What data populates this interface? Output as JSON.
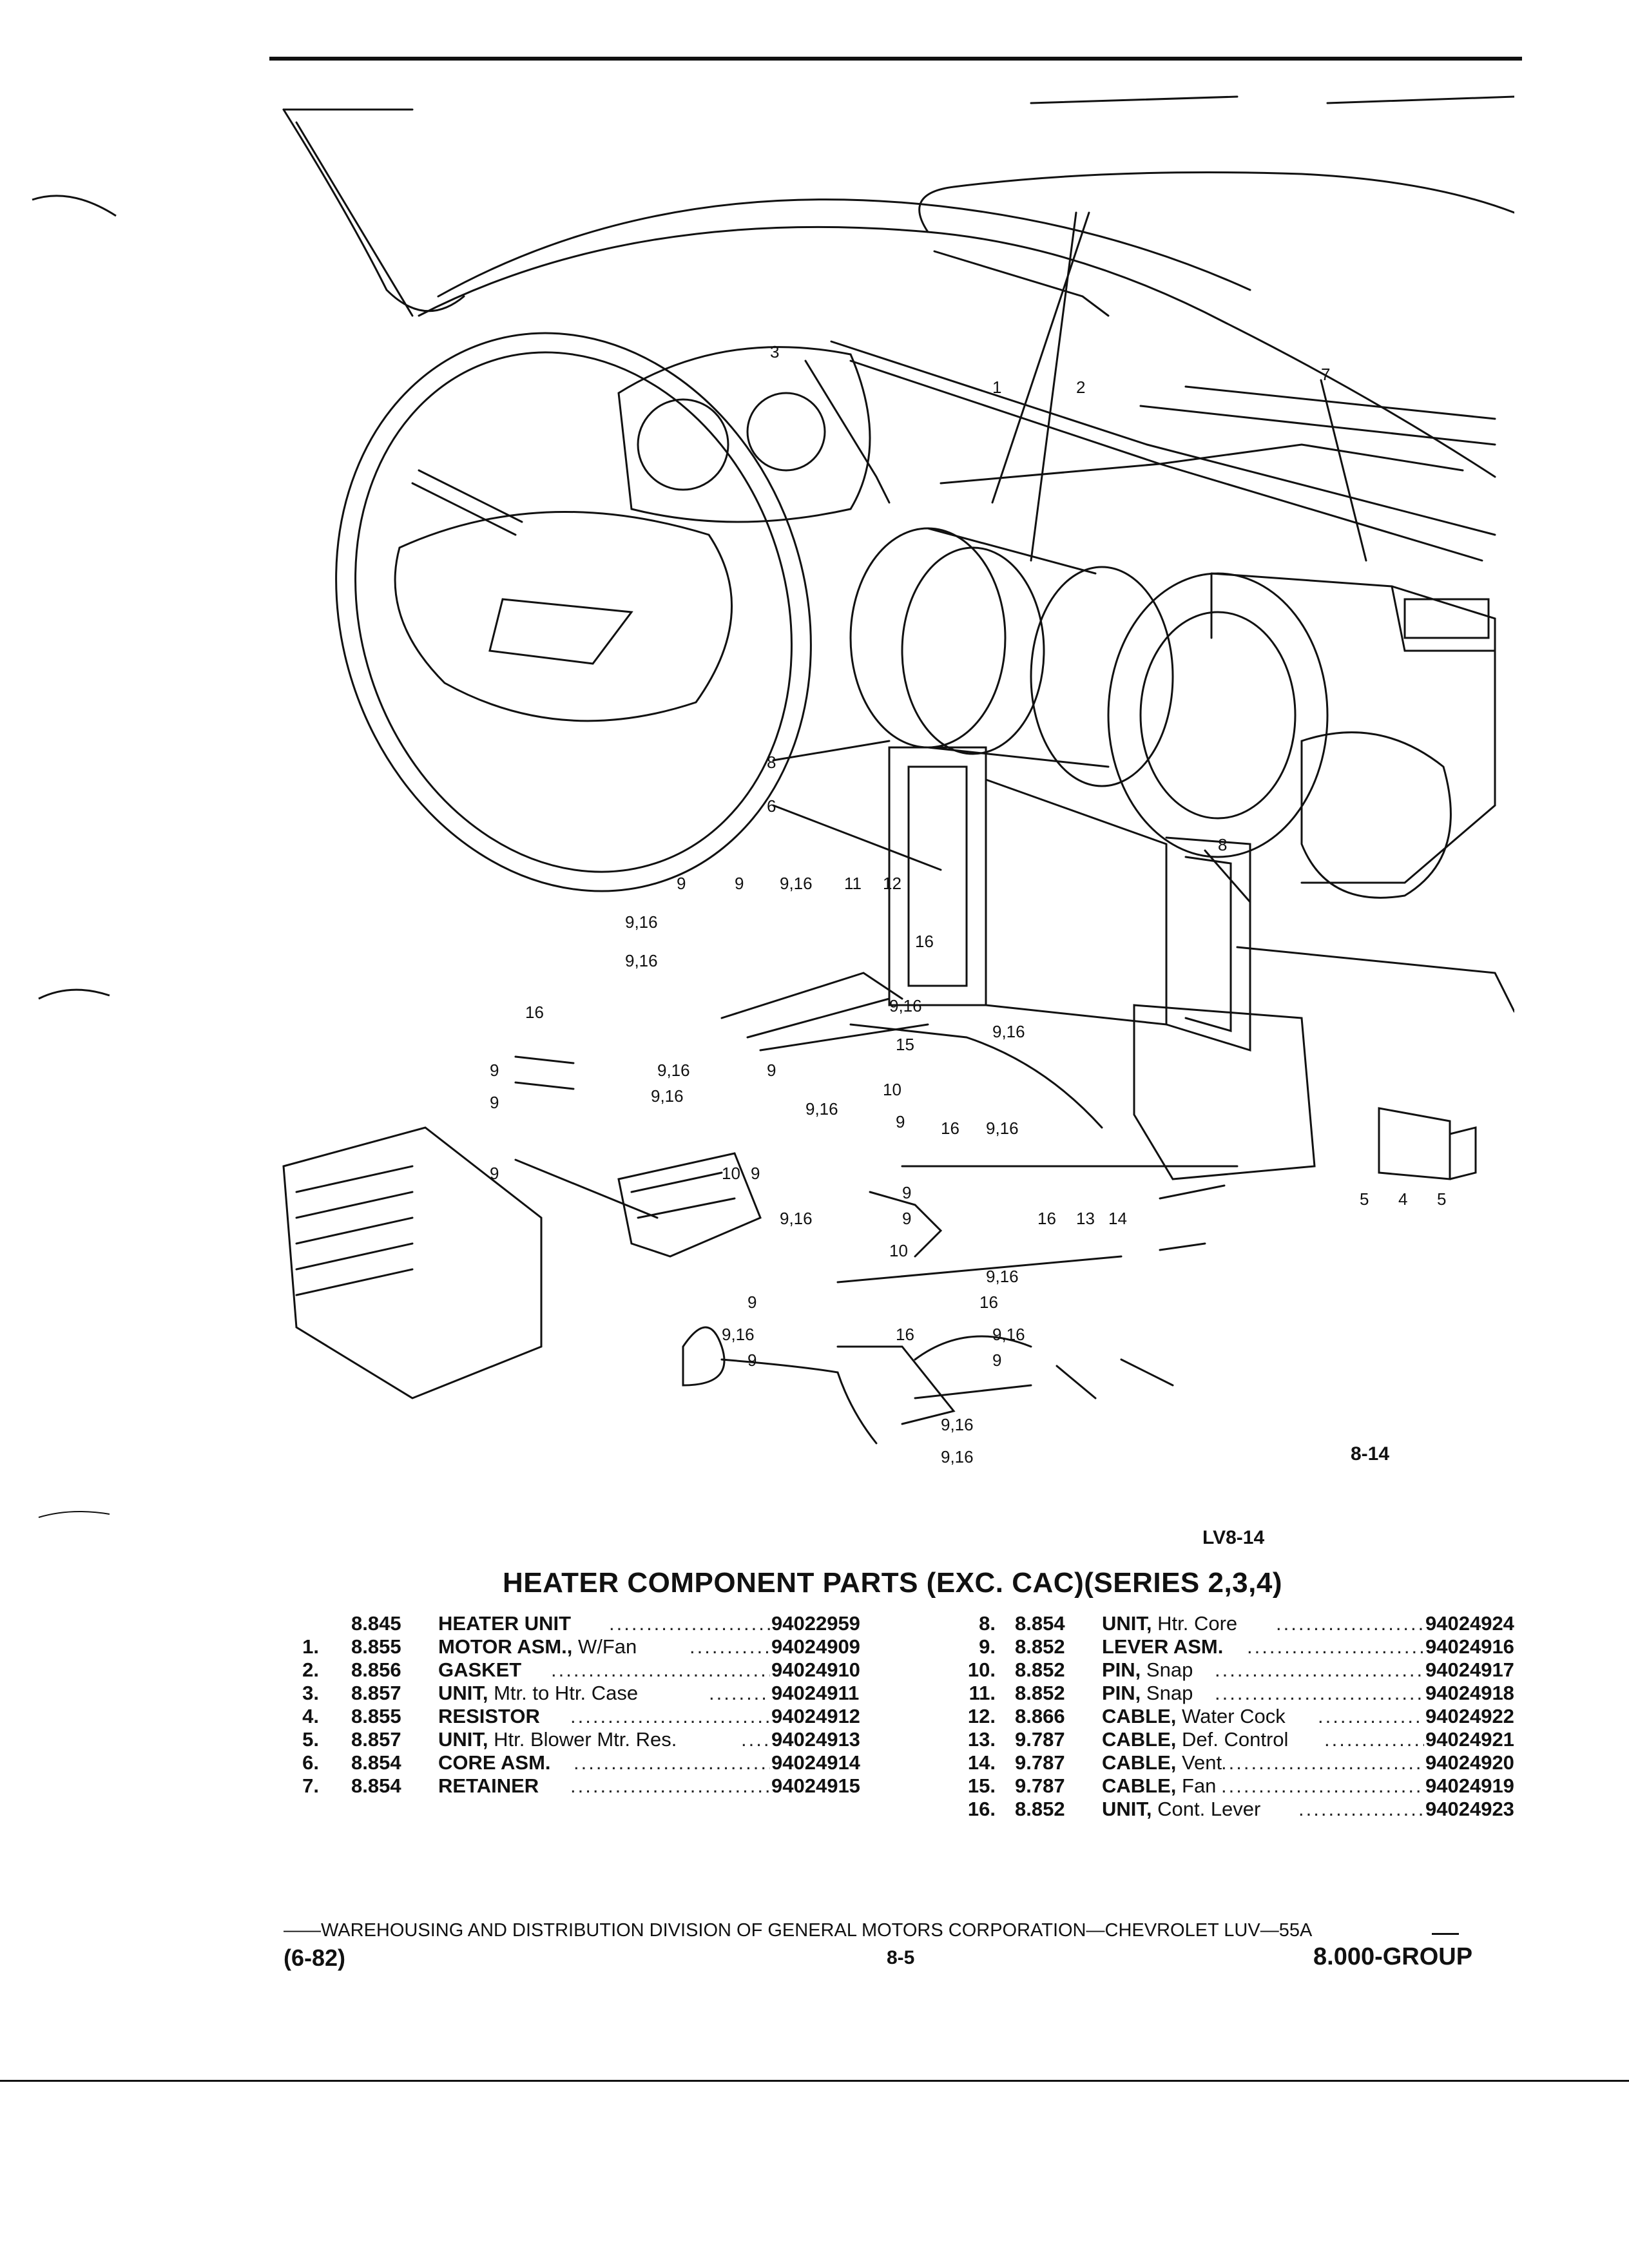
{
  "figure": {
    "code": "8-14",
    "label": "LV8-14",
    "callouts": [
      {
        "t": "3"
      },
      {
        "t": "1"
      },
      {
        "t": "2"
      },
      {
        "t": "7"
      },
      {
        "t": "8"
      },
      {
        "t": "6"
      },
      {
        "t": "8"
      },
      {
        "t": "9"
      },
      {
        "t": "9"
      },
      {
        "t": "9,16"
      },
      {
        "t": "11"
      },
      {
        "t": "12"
      },
      {
        "t": "16"
      },
      {
        "t": "9,16"
      },
      {
        "t": "9,16"
      },
      {
        "t": "9,16"
      },
      {
        "t": "16"
      },
      {
        "t": "15"
      },
      {
        "t": "9,16"
      },
      {
        "t": "9"
      },
      {
        "t": "9,16"
      },
      {
        "t": "9"
      },
      {
        "t": "9,16"
      },
      {
        "t": "9"
      },
      {
        "t": "9,16"
      },
      {
        "t": "10"
      },
      {
        "t": "9"
      },
      {
        "t": "16"
      },
      {
        "t": "9,16"
      },
      {
        "t": "9"
      },
      {
        "t": "10"
      },
      {
        "t": "9"
      },
      {
        "t": "9"
      },
      {
        "t": "9,16"
      },
      {
        "t": "9"
      },
      {
        "t": "16"
      },
      {
        "t": "13"
      },
      {
        "t": "14"
      },
      {
        "t": "10"
      },
      {
        "t": "9,16"
      },
      {
        "t": "16"
      },
      {
        "t": "9"
      },
      {
        "t": "9,16"
      },
      {
        "t": "16"
      },
      {
        "t": "9"
      },
      {
        "t": "9,16"
      },
      {
        "t": "9"
      },
      {
        "t": "9,16"
      },
      {
        "t": "9,16"
      },
      {
        "t": "5"
      },
      {
        "t": "4"
      },
      {
        "t": "5"
      }
    ]
  },
  "parts_table": {
    "title": "HEATER COMPONENT PARTS (EXC. CAC)(SERIES 2,3,4)",
    "left": [
      {
        "num": "",
        "section": "8.845",
        "name": "HEATER UNIT",
        "desc": "",
        "part": "94022959"
      },
      {
        "num": "1.",
        "section": "8.855",
        "name": "MOTOR ASM.,",
        "desc": " W/Fan",
        "part": "94024909"
      },
      {
        "num": "2.",
        "section": "8.856",
        "name": "GASKET",
        "desc": "",
        "part": "94024910"
      },
      {
        "num": "3.",
        "section": "8.857",
        "name": "UNIT,",
        "desc": " Mtr. to Htr. Case",
        "part": "94024911"
      },
      {
        "num": "4.",
        "section": "8.855",
        "name": "RESISTOR",
        "desc": "",
        "part": "94024912"
      },
      {
        "num": "5.",
        "section": "8.857",
        "name": "UNIT,",
        "desc": " Htr. Blower Mtr. Res.",
        "part": "94024913"
      },
      {
        "num": "6.",
        "section": "8.854",
        "name": "CORE ASM.",
        "desc": "",
        "part": "94024914"
      },
      {
        "num": "7.",
        "section": "8.854",
        "name": "RETAINER",
        "desc": "",
        "part": "94024915"
      }
    ],
    "right": [
      {
        "num": "8.",
        "section": "8.854",
        "name": "UNIT,",
        "desc": " Htr. Core",
        "part": "94024924"
      },
      {
        "num": "9.",
        "section": "8.852",
        "name": "LEVER ASM.",
        "desc": "",
        "part": "94024916"
      },
      {
        "num": "10.",
        "section": "8.852",
        "name": "PIN,",
        "desc": " Snap",
        "part": "94024917"
      },
      {
        "num": "11.",
        "section": "8.852",
        "name": "PIN,",
        "desc": " Snap",
        "part": "94024918"
      },
      {
        "num": "12.",
        "section": "8.866",
        "name": "CABLE,",
        "desc": " Water Cock",
        "part": "94024922"
      },
      {
        "num": "13.",
        "section": "9.787",
        "name": "CABLE,",
        "desc": " Def. Control",
        "part": "94024921"
      },
      {
        "num": "14.",
        "section": "9.787",
        "name": "CABLE,",
        "desc": " Vent",
        "part": "94024920"
      },
      {
        "num": "15.",
        "section": "9.787",
        "name": "CABLE,",
        "desc": " Fan",
        "part": "94024919"
      },
      {
        "num": "16.",
        "section": "8.852",
        "name": "UNIT,",
        "desc": " Cont. Lever",
        "part": "94024923"
      }
    ]
  },
  "footer": {
    "line": "——WAREHOUSING AND DISTRIBUTION DIVISION OF GENERAL MOTORS CORPORATION—CHEVROLET LUV—55A",
    "date": "(6-82)",
    "page": "8-5",
    "group": "8.000-GROUP"
  }
}
